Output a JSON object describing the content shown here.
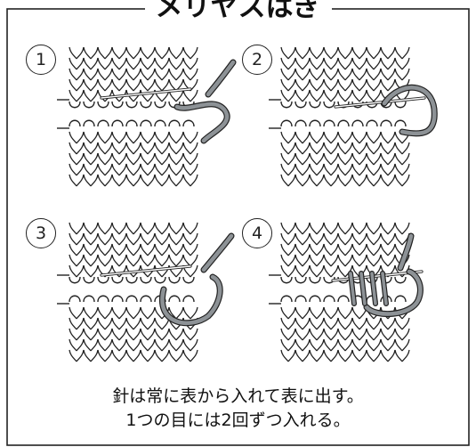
{
  "title": "メリヤスはぎ",
  "steps": [
    {
      "number": "1"
    },
    {
      "number": "2"
    },
    {
      "number": "3"
    },
    {
      "number": "4"
    }
  ],
  "caption": {
    "line1": "針は常に表から入れて表に出す。",
    "line2": "1つの目には2回ずつ入れる。"
  },
  "colors": {
    "line": "#222222",
    "yarn": "#8d9296",
    "background": "#ffffff"
  }
}
